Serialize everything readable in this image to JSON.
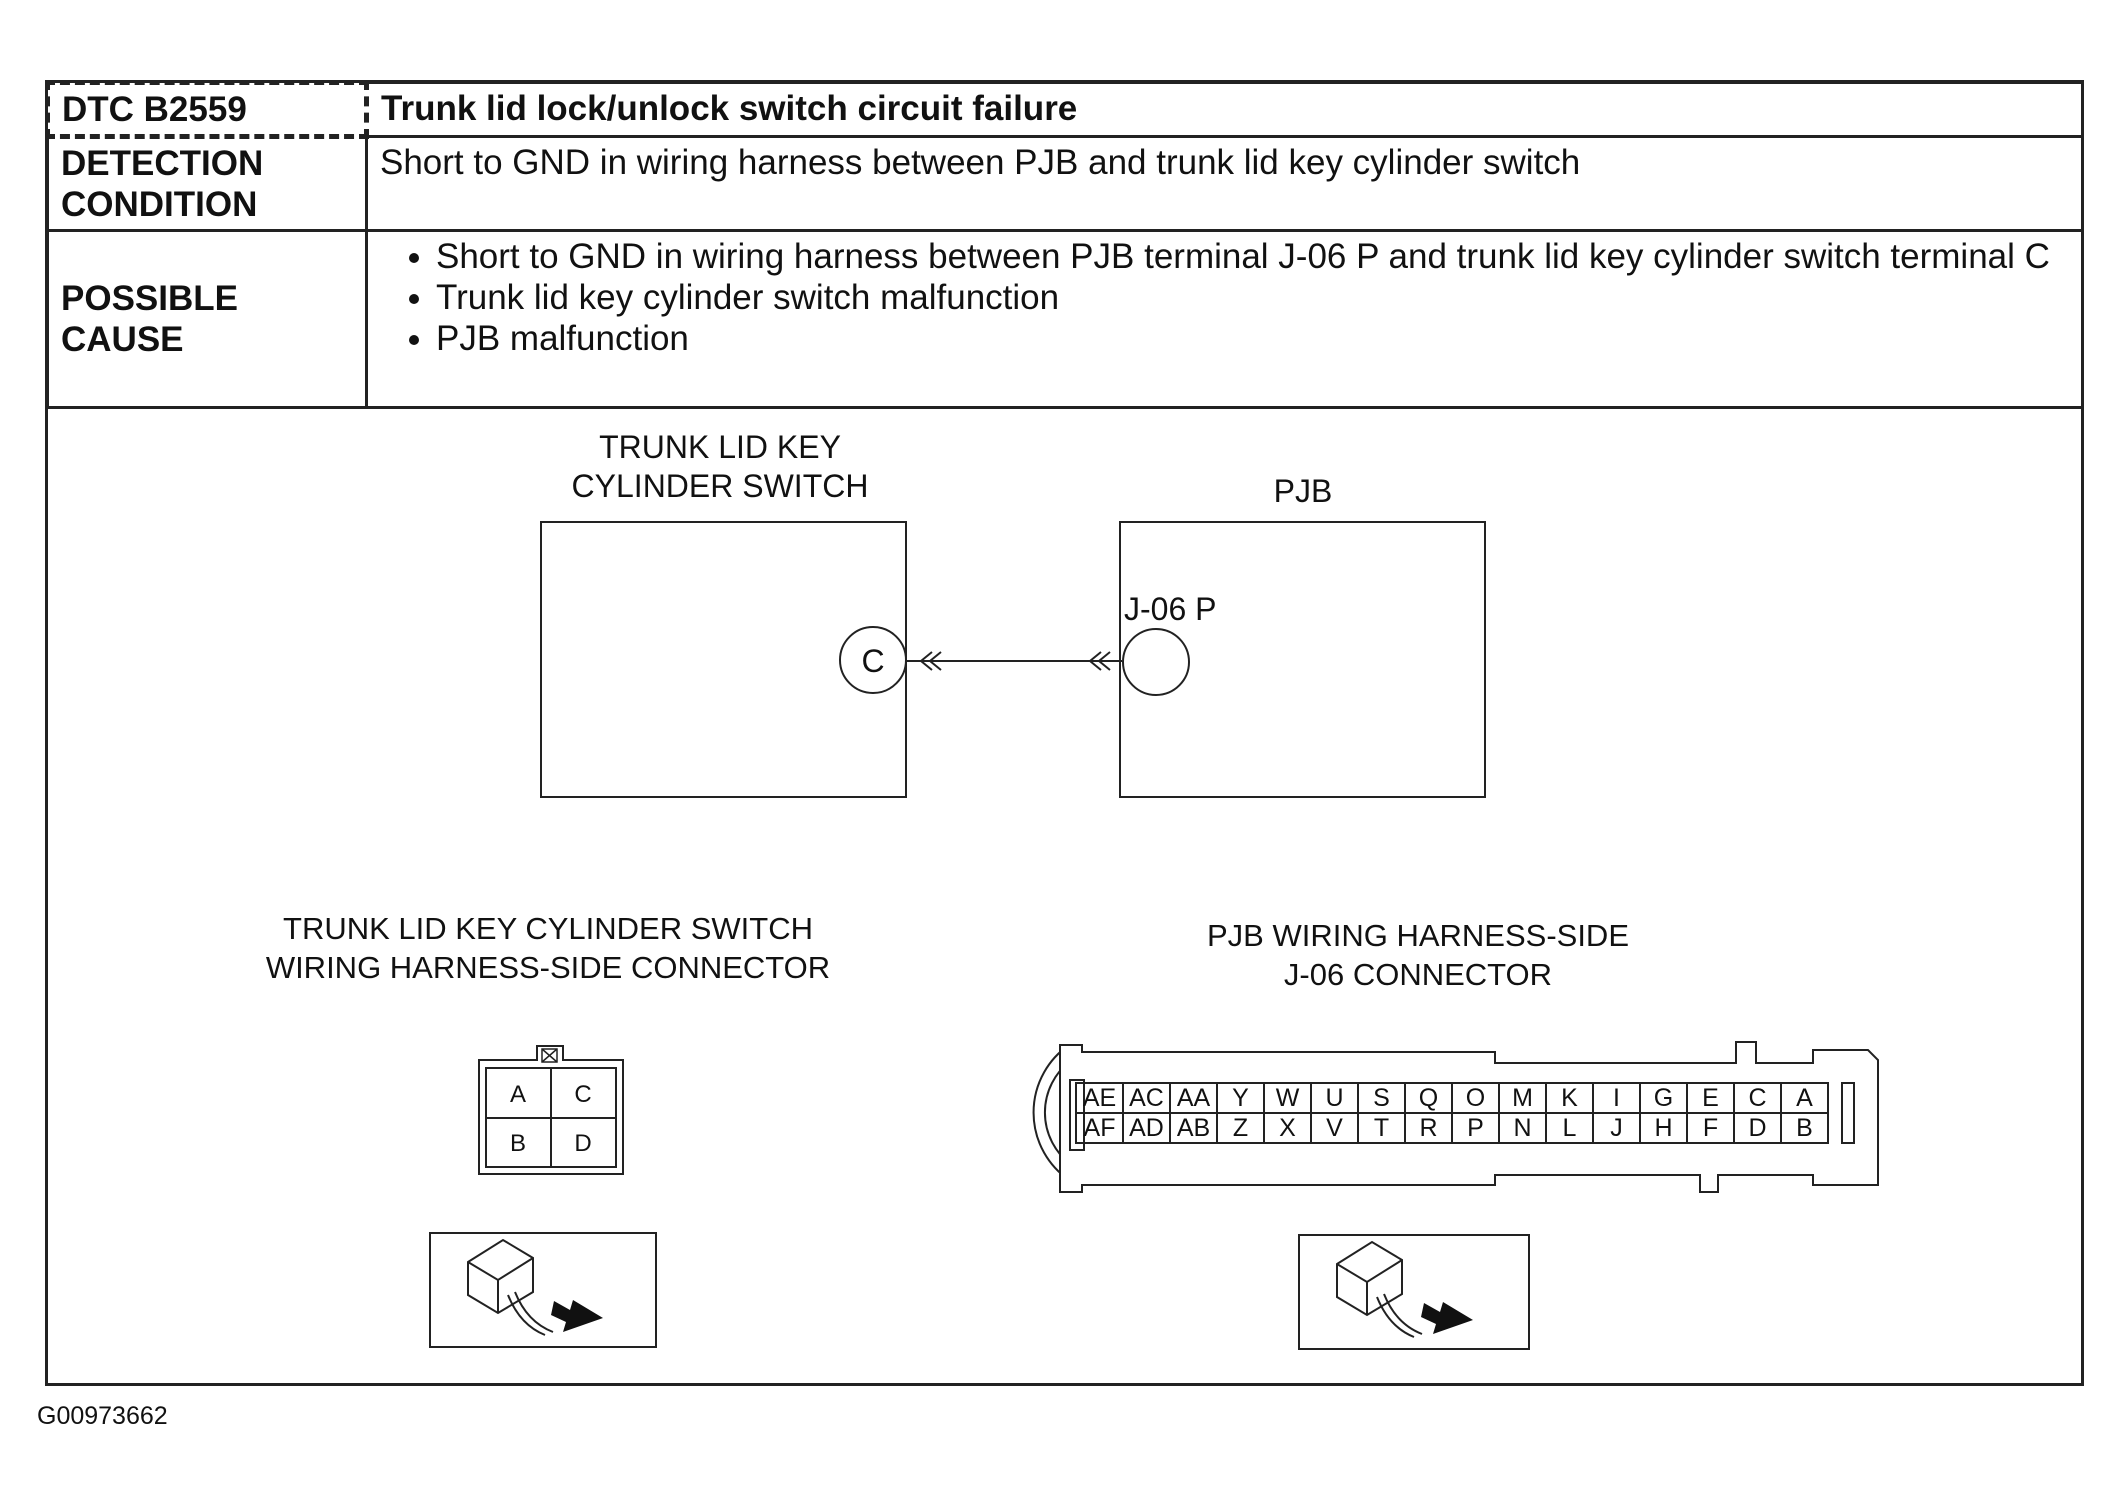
{
  "table": {
    "dtc_code": "DTC B2559",
    "dtc_title": "Trunk lid lock/unlock switch circuit failure",
    "detection_label_1": "DETECTION",
    "detection_label_2": "CONDITION",
    "detection_value": "Short to GND in wiring harness between PJB and trunk lid key cylinder switch",
    "cause_label_1": "POSSIBLE",
    "cause_label_2": "CAUSE",
    "causes": [
      "Short to GND in wiring harness between PJB terminal J-06 P and trunk lid key cylinder switch terminal C",
      "Trunk lid key cylinder switch malfunction",
      "PJB malfunction"
    ]
  },
  "diagram": {
    "switch_title_1": "TRUNK LID KEY",
    "switch_title_2": "CYLINDER SWITCH",
    "pjb_title": "PJB",
    "switch_terminal": "C",
    "pjb_terminal": "J-06 P"
  },
  "connectors": {
    "switch_title_1": "TRUNK LID KEY CYLINDER SWITCH",
    "switch_title_2": "WIRING HARNESS-SIDE CONNECTOR",
    "switch_pins": [
      "A",
      "C",
      "B",
      "D"
    ],
    "pjb_title_1": "PJB WIRING HARNESS-SIDE",
    "pjb_title_2": "J-06 CONNECTOR",
    "pjb_top_row": [
      "AE",
      "AC",
      "AA",
      "Y",
      "W",
      "U",
      "S",
      "Q",
      "O",
      "M",
      "K",
      "I",
      "G",
      "E",
      "C",
      "A"
    ],
    "pjb_bottom_row": [
      "AF",
      "AD",
      "AB",
      "Z",
      "X",
      "V",
      "T",
      "R",
      "P",
      "N",
      "L",
      "J",
      "H",
      "F",
      "D",
      "B"
    ]
  },
  "figure_id": "G00973662"
}
